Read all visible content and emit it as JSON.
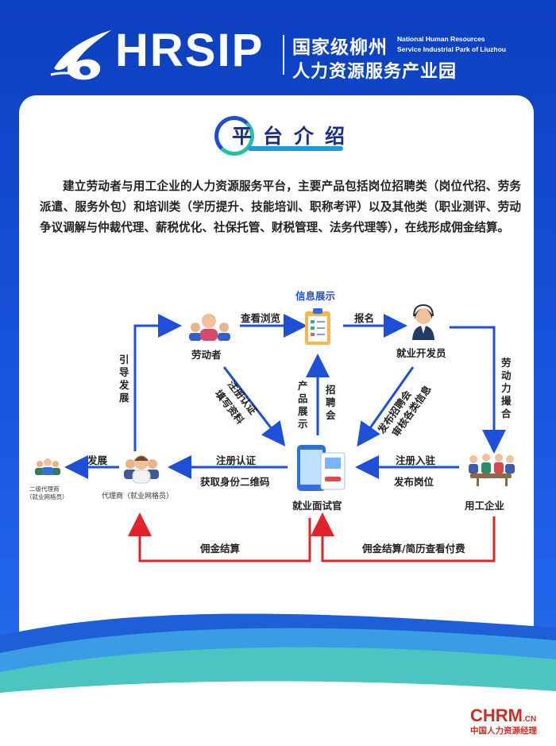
{
  "header": {
    "logo_text": "HRSIP",
    "name_cn_line1": "国家级柳州",
    "name_cn_line2": "人力资源服务产业园",
    "name_en_line1": "National Human Resources",
    "name_en_line2": "Service Industrial Park of Liuzhou"
  },
  "section": {
    "title": "平台介绍",
    "intro": "建立劳动者与用工企业的人力资源服务平台，主要产品包括岗位招聘类（岗位代招、劳务派遣、服务外包）和培训类（学历提升、技能培训、职称考评）以及其他类（职业测评、劳动争议调解与仲裁代理、薪税优化、社保托管、财税管理、法务代理等），在线形成佣金结算。"
  },
  "diagram": {
    "nodes": {
      "info": "信息展示",
      "worker": "劳动者",
      "developer": "就业开发员",
      "interviewer": "就业面试官",
      "enterprise": "用工企业",
      "agent": "代理商（就业网格员）",
      "sub_agent_line1": "二级代理商",
      "sub_agent_line2": "（就业网格员）"
    },
    "edges": {
      "browse": "查看浏览",
      "signup": "报名",
      "labor_match_1": "劳",
      "labor_match_2": "动",
      "labor_match_3": "力",
      "labor_match_4": "撮",
      "labor_match_5": "合",
      "guide_1": "引",
      "guide_2": "导",
      "guide_3": "发",
      "guide_4": "展",
      "register_cert": "注册认证",
      "fill_info": "填写资料",
      "product_show": "产品展示",
      "recruit_1": "招",
      "recruit_2": "聘",
      "recruit_3": "会",
      "publish_fair": "发布招聘会",
      "audit_info": "审核各类信息",
      "develop": "发展",
      "agent_register": "注册认证",
      "qr_code": "获取身份二维码",
      "ent_register": "注册入驻",
      "post_job": "发布岗位",
      "commission": "佣金结算",
      "commission_resume": "佣金结算/简历查看付费"
    }
  },
  "footer": {
    "brand": "CHRM",
    "domain": ".CN",
    "brand_cn": "中国人力资源经理"
  },
  "colors": {
    "header_blue": "#1446c8",
    "flow_blue": "#1d4fd8",
    "flow_red": "#e1232a",
    "title_navy": "#1a2d8f",
    "accent_teal": "#23c3a8"
  }
}
